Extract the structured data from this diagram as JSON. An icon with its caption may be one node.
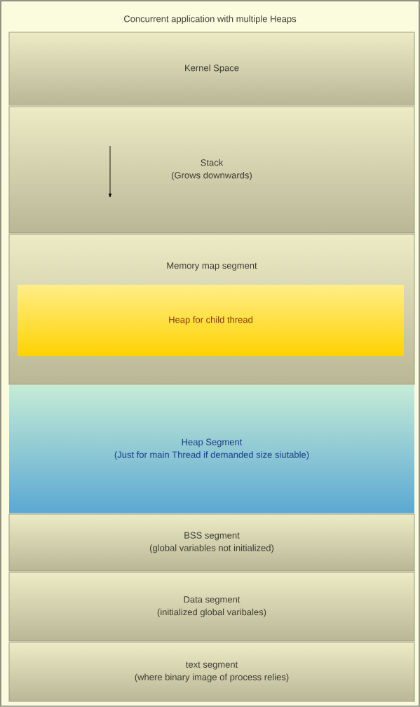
{
  "diagram": {
    "nodes": [
      {
        "text": [
          "Concurrent application with multiple Heaps"
        ]
      },
      {
        "text": [
          "Kernel Space"
        ],
        "in": 0
      },
      {
        "text": [
          "Stack",
          "(Grows downwards)"
        ],
        "in": 0
      },
      {
        "text": [
          "Memory map segment"
        ],
        "in": 0
      },
      {
        "text": [
          "Heap for child thread"
        ],
        "in": 3
      },
      {
        "text": [
          "Heap Segment",
          "(Just for main Thread if demanded size siutable)"
        ],
        "in": 0
      },
      {
        "text": [
          "BSS segment",
          "(global variables not initialized)"
        ],
        "in": 0
      },
      {
        "text": [
          "Data segment",
          "(initialized global varibales)"
        ],
        "in": 0
      },
      {
        "text": [
          "text segment",
          "(where binary image of process relies)"
        ],
        "in": 0
      }
    ]
  }
}
